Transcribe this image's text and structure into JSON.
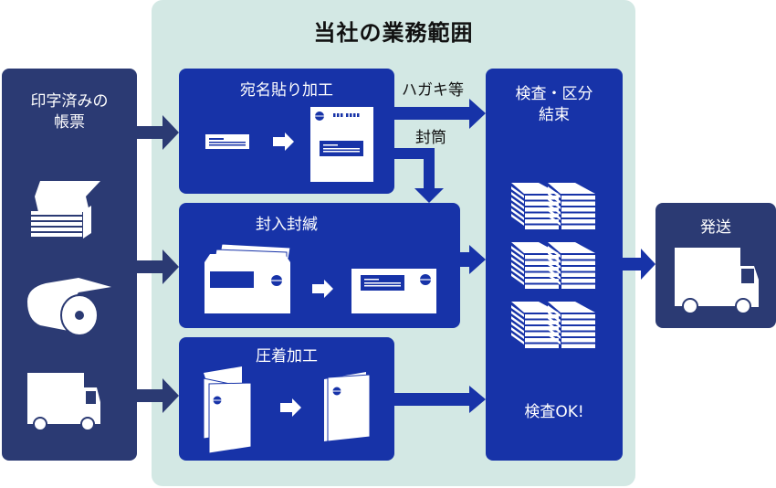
{
  "diagram": {
    "scope_title": "当社の業務範囲",
    "input": {
      "label_line1": "印字済みの",
      "label_line2": "帳票",
      "icons": [
        "stacked-forms-icon",
        "paper-roll-icon",
        "delivery-truck-icon"
      ]
    },
    "processes": [
      {
        "id": "address-label",
        "title": "宛名貼り加工"
      },
      {
        "id": "enclosing-sealing",
        "title": "封入封緘"
      },
      {
        "id": "pressure-seal",
        "title": "圧着加工"
      }
    ],
    "branch_labels": {
      "postcards": "ハガキ等",
      "envelopes": "封筒"
    },
    "inspection": {
      "title_line1": "検査・区分",
      "title_line2": "結束",
      "status": "検査OK!"
    },
    "shipping": {
      "label": "発送"
    },
    "colors": {
      "scope_bg": "#d3e8e4",
      "navy": "#2b3a73",
      "blue": "#1733a8",
      "white": "#ffffff"
    }
  }
}
